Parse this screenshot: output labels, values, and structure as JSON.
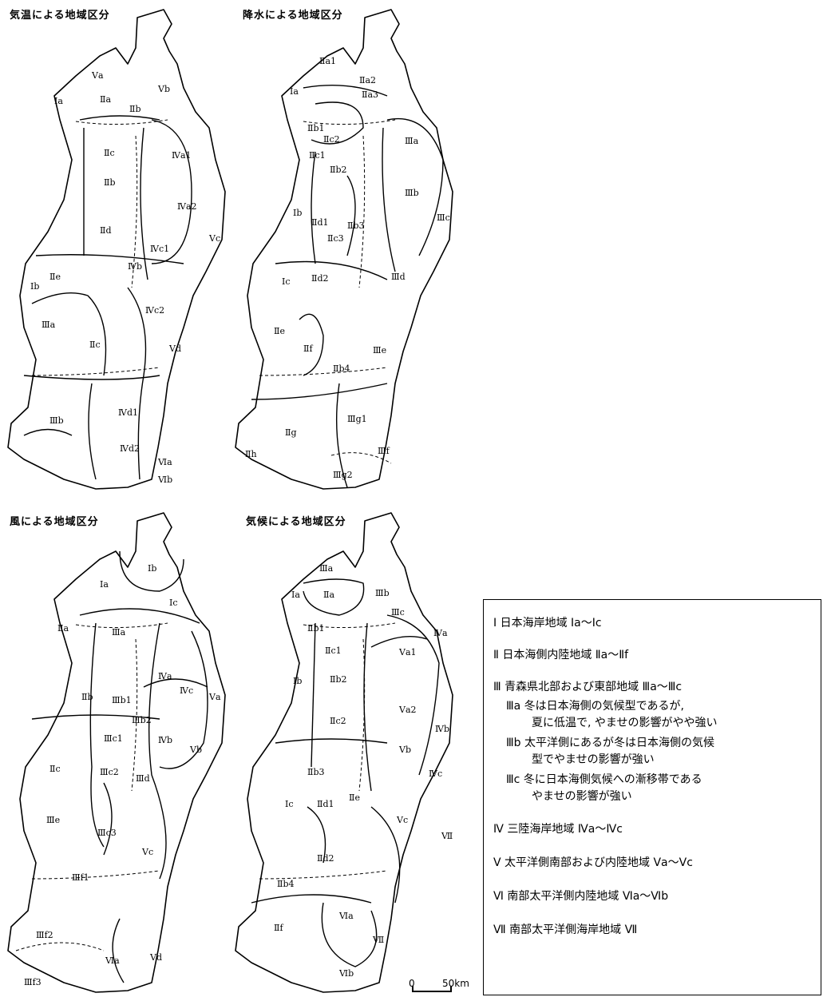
{
  "maps": [
    {
      "title": "気温による地域区分",
      "labels": [
        "Ⅴa",
        "Ⅴb",
        "Ⅰa",
        "Ⅱa",
        "Ⅱb",
        "Ⅱc",
        "Ⅳa1",
        "Ⅱb",
        "Ⅳa2",
        "Ⅱd",
        "Ⅴc",
        "Ⅳc1",
        "Ⅳb",
        "Ⅱe",
        "Ⅰb",
        "Ⅳc2",
        "Ⅲa",
        "Ⅱc",
        "Ⅴd",
        "Ⅳd1",
        "Ⅲb",
        "Ⅳd2",
        "Ⅵa",
        "Ⅵb"
      ]
    },
    {
      "title": "降水による地域区分",
      "labels": [
        "Ⅱa1",
        "Ⅱa2",
        "Ⅰa",
        "Ⅱa3",
        "Ⅱb1",
        "Ⅱc2",
        "Ⅲa",
        "Ⅱc1",
        "Ⅱb2",
        "Ⅲb",
        "Ⅰb",
        "Ⅱd1",
        "Ⅱb3",
        "Ⅲc",
        "Ⅱc3",
        "Ⅲd",
        "Ⅰc",
        "Ⅱd2",
        "Ⅱe",
        "Ⅱf",
        "Ⅲe",
        "Ⅱb4",
        "Ⅲg1",
        "Ⅱg",
        "Ⅲf",
        "Ⅱh",
        "Ⅲg2"
      ]
    },
    {
      "title": "風による地域区分",
      "labels": [
        "Ⅰb",
        "Ⅰa",
        "Ⅰc",
        "Ⅱa",
        "Ⅲa",
        "Ⅳa",
        "Ⅳc",
        "Ⅴa",
        "Ⅱb",
        "Ⅲb1",
        "Ⅲb2",
        "Ⅳb",
        "Ⅲc1",
        "Ⅴb",
        "Ⅱc",
        "Ⅲc2",
        "Ⅲd",
        "Ⅲe",
        "Ⅲc3",
        "Ⅴc",
        "Ⅲf1",
        "Ⅲf2",
        "Ⅵa",
        "Ⅴd",
        "Ⅲf3"
      ]
    },
    {
      "title": "気候による地域区分",
      "labels": [
        "Ⅲa",
        "Ⅰa",
        "Ⅱa",
        "Ⅲb",
        "Ⅲc",
        "Ⅱb1",
        "Ⅳa",
        "Ⅱc1",
        "Ⅴa1",
        "Ⅰb",
        "Ⅱb2",
        "Ⅴa2",
        "Ⅱc2",
        "Ⅳb",
        "Ⅴb",
        "Ⅳc",
        "Ⅱb3",
        "Ⅰc",
        "Ⅱd1",
        "Ⅱe",
        "Ⅴc",
        "Ⅶ",
        "Ⅱd2",
        "Ⅱb4",
        "Ⅵa",
        "Ⅱf",
        "Ⅶ",
        "Ⅵb"
      ]
    }
  ],
  "scale": {
    "zero": "0",
    "km": "50km"
  },
  "legend": {
    "items": [
      "Ⅰ 日本海岸地域 Ⅰa～Ⅰc",
      "Ⅱ 日本海側内陸地域 Ⅱa～Ⅱf",
      "Ⅲ 青森県北部および東部地域 Ⅲa～Ⅲc",
      "Ⅲa  冬は日本海側の気候型であるが,",
      "夏に低温で, やませの影響がやや強い",
      "Ⅲb 太平洋側にあるが冬は日本海側の気候",
      "型でやませの影響が強い",
      "Ⅲc 冬に日本海側気候への漸移帯である",
      "やませの影響が強い",
      "Ⅳ 三陸海岸地域 Ⅳa～Ⅳc",
      "Ⅴ 太平洋側南部および内陸地域 Ⅴa～Ⅴc",
      "Ⅵ 南部太平洋側内陸地域 Ⅵa～Ⅵb",
      "Ⅶ 南部太平洋側海岸地域 Ⅶ"
    ]
  }
}
